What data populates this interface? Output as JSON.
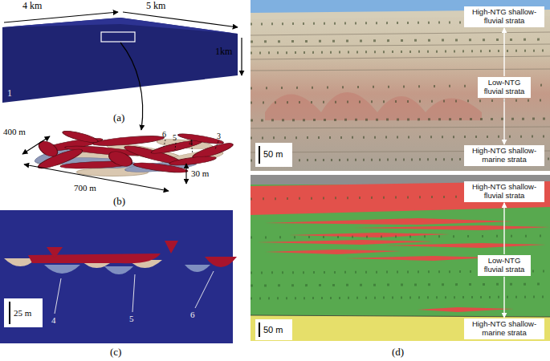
{
  "diagram": {
    "nodes": [
      {
        "text": [
          "High-NTG shallow-fluvial strata"
        ]
      },
      {
        "text": [
          "Low-NTG fluvial strata"
        ]
      },
      {
        "text": [
          "High-NTG shallow-marine strata"
        ]
      },
      {
        "text": [
          "High-NTG shallow-fluvial strata"
        ]
      },
      {
        "text": [
          "Low-NTG fluvial strata"
        ]
      },
      {
        "text": [
          "High-NTG shallow-marine strata"
        ]
      }
    ],
    "edges": [
      {
        "from": 1,
        "to": 0,
        "arrow": "to"
      },
      {
        "from": 1,
        "to": 2,
        "arrow": "to"
      },
      {
        "from": 4,
        "to": 3,
        "arrow": "to"
      },
      {
        "from": 4,
        "to": 5,
        "arrow": "to"
      }
    ],
    "labels": [
      "4 km",
      "5 km",
      "1km",
      "1",
      "(a)",
      "400 m",
      "700 m",
      "30 m",
      "6",
      "5",
      "4",
      "3",
      "(b)",
      "25 m",
      "4",
      "5",
      "6",
      "(c)",
      "50 m",
      "50 m",
      "(d)"
    ]
  }
}
